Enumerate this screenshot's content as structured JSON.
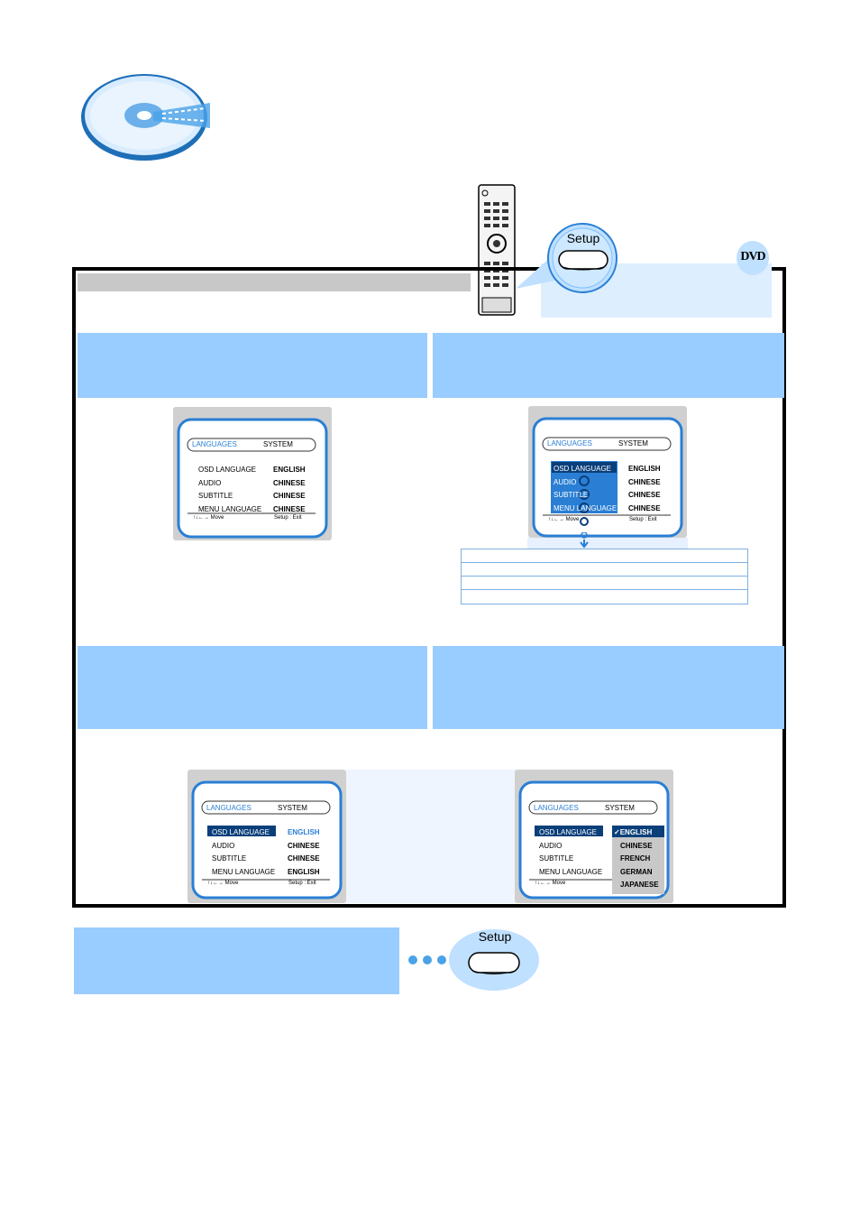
{
  "colors": {
    "step_bg": "#99ccff",
    "screen_blue": "#2a7fd4",
    "frame": "#000000"
  },
  "icons": [
    "disc-icon",
    "remote-icon",
    "setup-button-icon",
    "dvd-badge-icon"
  ],
  "setup_label": "Setup",
  "dvd_badge": "DVD",
  "screens": {
    "s1": {
      "tab1": "LANGUAGES",
      "tab2": "SYSTEM",
      "rows": [
        {
          "label": "OSD LANGUAGE",
          "value": "ENGLISH"
        },
        {
          "label": "AUDIO",
          "value": "CHINESE"
        },
        {
          "label": "SUBTITLE",
          "value": "CHINESE"
        },
        {
          "label": "MENU LANGUAGE",
          "value": "CHINESE"
        }
      ],
      "foot_left": "Move",
      "foot_right": "Setup : Exit"
    },
    "s2": {
      "tab1": "LANGUAGES",
      "tab2": "SYSTEM",
      "rows": [
        {
          "label": "OSD LANGUAGE",
          "value": "ENGLISH"
        },
        {
          "label": "AUDIO",
          "value": "CHINESE"
        },
        {
          "label": "SUBTITLE",
          "value": "CHINESE"
        },
        {
          "label": "MENU LANGUAGE",
          "value": "CHINESE"
        }
      ],
      "foot_left": "Move",
      "foot_right": "Setup : Exit"
    },
    "s3": {
      "tab1": "LANGUAGES",
      "tab2": "SYSTEM",
      "rows": [
        {
          "label": "OSD LANGUAGE",
          "value": "ENGLISH"
        },
        {
          "label": "AUDIO",
          "value": "CHINESE"
        },
        {
          "label": "SUBTITLE",
          "value": "CHINESE"
        },
        {
          "label": "MENU LANGUAGE",
          "value": "ENGLISH"
        }
      ],
      "foot_left": "Move",
      "foot_right": "Setup : Exit"
    },
    "s4": {
      "tab1": "LANGUAGES",
      "tab2": "SYSTEM",
      "rows": [
        {
          "label": "OSD LANGUAGE"
        },
        {
          "label": "AUDIO"
        },
        {
          "label": "SUBTITLE"
        },
        {
          "label": "MENU LANGUAGE"
        }
      ],
      "options": [
        "ENGLISH",
        "CHINESE",
        "FRENCH",
        "GERMAN",
        "JAPANESE"
      ],
      "selected_mark": "✓",
      "foot_left": "Move"
    }
  }
}
